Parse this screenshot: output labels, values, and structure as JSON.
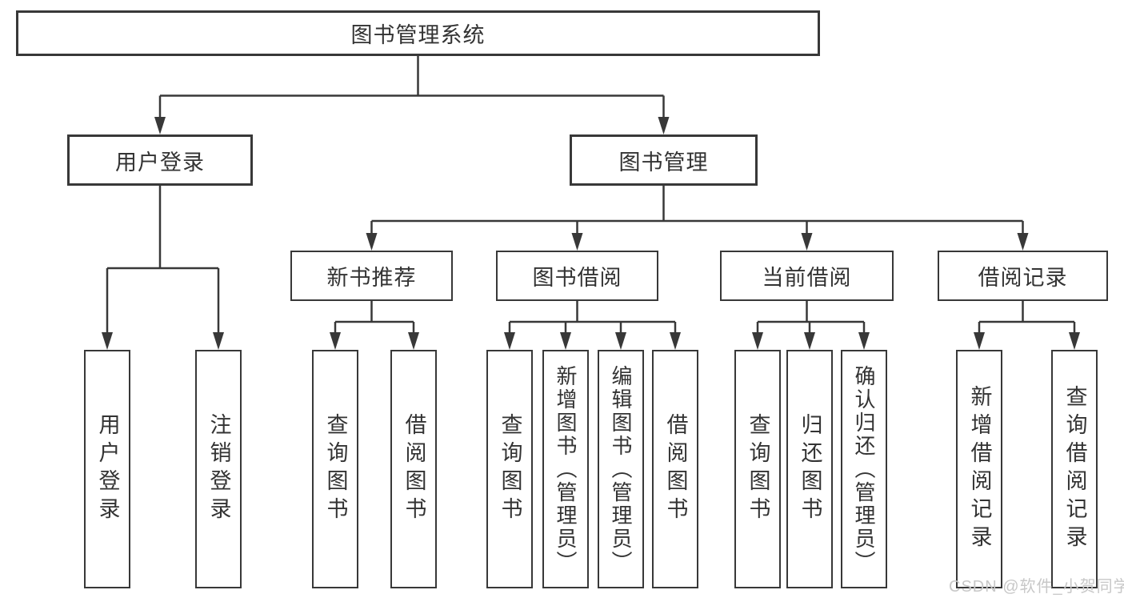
{
  "diagram": {
    "root": "图书管理系统",
    "level2": {
      "user_login": "用户登录",
      "book_mgmt": "图书管理"
    },
    "level3": {
      "new_books": "新书推荐",
      "borrow": "图书借阅",
      "current": "当前借阅",
      "records": "借阅记录"
    },
    "leaves": {
      "user_login": [
        "用户登录",
        "注销登录"
      ],
      "new_books": [
        "查询图书",
        "借阅图书"
      ],
      "borrow": [
        "查询图书",
        "新增图书（管理员）",
        "编辑图书（管理员）",
        "借阅图书"
      ],
      "current": [
        "查询图书",
        "归还图书",
        "确认归还（管理员）"
      ],
      "records": [
        "新增借阅记录",
        "查询借阅记录"
      ]
    },
    "colors": {
      "line": "#383838",
      "text": "#333333",
      "background": "#ffffff",
      "watermark": "#c8c8c8"
    }
  },
  "watermark": "CSDN @软件_小贺同学"
}
